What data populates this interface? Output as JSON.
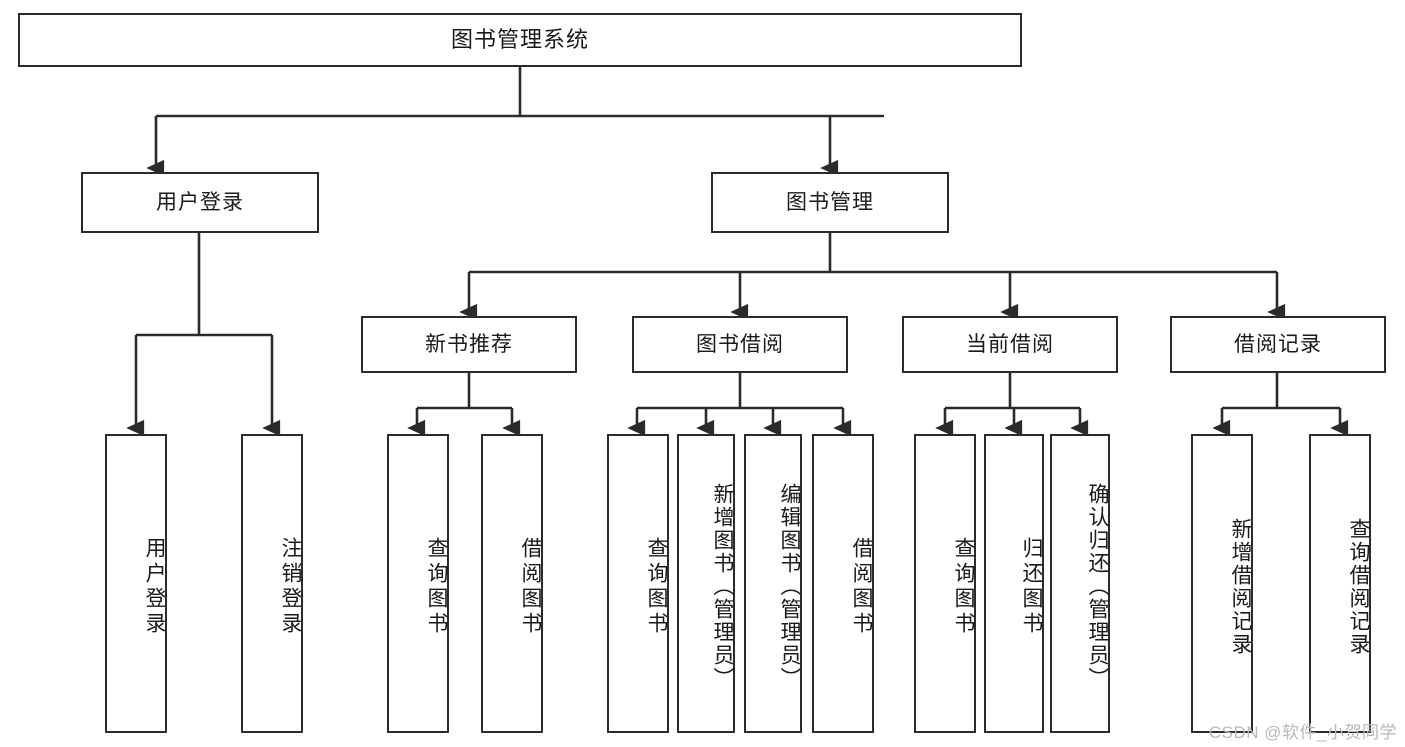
{
  "diagram": {
    "title": "图书管理系统",
    "type": "tree-hierarchy-diagram",
    "watermark": "CSDN @软件_小贺同学",
    "colors": {
      "box_border": "#2b2b2b",
      "box_fill": "#ffffff",
      "line": "#2b2b2b",
      "text": "#1a1a1a",
      "watermark": "#b9b9b9",
      "background": "#ffffff"
    },
    "nodes": {
      "root": {
        "label": "图书管理系统",
        "orientation": "horizontal",
        "level": 0
      },
      "l1": [
        {
          "id": "user-login",
          "label": "用户登录",
          "orientation": "horizontal",
          "level": 1
        },
        {
          "id": "book-management",
          "label": "图书管理",
          "orientation": "horizontal",
          "level": 1
        }
      ],
      "l2": [
        {
          "id": "new-book-recommend",
          "label": "新书推荐",
          "orientation": "horizontal",
          "level": 2,
          "parent": "book-management"
        },
        {
          "id": "book-borrow",
          "label": "图书借阅",
          "orientation": "horizontal",
          "level": 2,
          "parent": "book-management"
        },
        {
          "id": "current-borrow",
          "label": "当前借阅",
          "orientation": "horizontal",
          "level": 2,
          "parent": "book-management"
        },
        {
          "id": "borrow-record",
          "label": "借阅记录",
          "orientation": "horizontal",
          "level": 2,
          "parent": "book-management"
        }
      ],
      "leaves": [
        {
          "id": "leaf-user-login",
          "label": "用户登录",
          "orientation": "vertical",
          "parent": "user-login"
        },
        {
          "id": "leaf-logout-login",
          "label": "注销登录",
          "orientation": "vertical",
          "parent": "user-login"
        },
        {
          "id": "leaf-query-book-1",
          "label": "查询图书",
          "orientation": "vertical",
          "parent": "new-book-recommend"
        },
        {
          "id": "leaf-borrow-book-1",
          "label": "借阅图书",
          "orientation": "vertical",
          "parent": "new-book-recommend"
        },
        {
          "id": "leaf-query-book-2",
          "label": "查询图书",
          "orientation": "vertical",
          "parent": "book-borrow"
        },
        {
          "id": "leaf-add-book",
          "label": "新增图书（管理员）",
          "orientation": "vertical",
          "parent": "book-borrow"
        },
        {
          "id": "leaf-edit-book",
          "label": "编辑图书（管理员）",
          "orientation": "vertical",
          "parent": "book-borrow"
        },
        {
          "id": "leaf-borrow-book-2",
          "label": "借阅图书",
          "orientation": "vertical",
          "parent": "book-borrow"
        },
        {
          "id": "leaf-query-book-3",
          "label": "查询图书",
          "orientation": "vertical",
          "parent": "current-borrow"
        },
        {
          "id": "leaf-return-book",
          "label": "归还图书",
          "orientation": "vertical",
          "parent": "current-borrow"
        },
        {
          "id": "leaf-confirm-return",
          "label": "确认归还（管理员）",
          "orientation": "vertical",
          "parent": "current-borrow"
        },
        {
          "id": "leaf-add-record",
          "label": "新增借阅记录",
          "orientation": "vertical",
          "parent": "borrow-record"
        },
        {
          "id": "leaf-query-record",
          "label": "查询借阅记录",
          "orientation": "vertical",
          "parent": "borrow-record"
        }
      ]
    }
  }
}
